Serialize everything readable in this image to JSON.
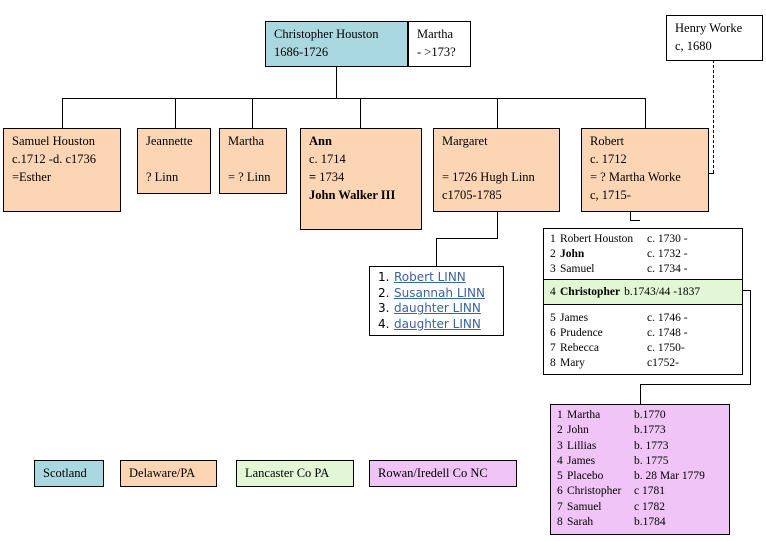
{
  "colors": {
    "scotland": "#a9d8e1",
    "delaware_pa": "#fcd5b4",
    "lancaster_pa": "#e1f7d5",
    "rowan_iredell_nc": "#f0c4f6",
    "link": "#3a62a0"
  },
  "root": {
    "name": "Christopher Houston",
    "dates": "1686-1726"
  },
  "spouse": {
    "name": "Martha",
    "dates": "- >173?"
  },
  "worke": {
    "name": "Henry Worke",
    "dates": "c, 1680"
  },
  "children": {
    "samuel": {
      "l1": "Samuel Houston",
      "l2": "c.1712 -d. c1736",
      "l3": "=Esther"
    },
    "jeannette": {
      "l1": "Jeannette",
      "l2": "",
      "l3": "? Linn"
    },
    "martha": {
      "l1": "Martha",
      "l2": "",
      "l3": "= ? Linn"
    },
    "ann": {
      "l1": "Ann",
      "l2": "c. 1714",
      "l3_eq": "=",
      "l3": " 1734",
      "l4": "John Walker III"
    },
    "margaret": {
      "l1": "Margaret",
      "l2": "",
      "l3": "= 1726 Hugh Linn",
      "l4": "c1705-1785"
    },
    "robert": {
      "l1": "Robert",
      "l2": "c. 1712",
      "l3": "= ? Martha Worke",
      "l4": "c, 1715-"
    }
  },
  "linn_children": [
    {
      "num": "1.",
      "name": "Robert LINN"
    },
    {
      "num": "2.",
      "name": "Susannah LINN"
    },
    {
      "num": "3.",
      "name": "daughter LINN"
    },
    {
      "num": "4.",
      "name": "daughter LINN"
    }
  ],
  "robert_children": {
    "group1": [
      {
        "num": "1",
        "name": "Robert Houston",
        "bold": false,
        "date": "c. 1730 -"
      },
      {
        "num": "2",
        "name": "John",
        "bold": true,
        "date": "c. 1732 -"
      },
      {
        "num": "3",
        "name": "Samuel",
        "bold": false,
        "date": "c. 1734 -"
      }
    ],
    "christopher": {
      "num": "4",
      "name": "Christopher",
      "date": "b.1743/44 -1837"
    },
    "group2": [
      {
        "num": "5",
        "name": "James",
        "date": "c. 1746 -"
      },
      {
        "num": "6",
        "name": "Prudence",
        "date": "c. 1748 -"
      },
      {
        "num": "7",
        "name": "Rebecca",
        "date": "c. 1750-"
      },
      {
        "num": "8",
        "name": "Mary",
        "date": "c1752-"
      }
    ]
  },
  "christopher_children": [
    {
      "num": "1",
      "name": "Martha",
      "date": "b.1770"
    },
    {
      "num": "2",
      "name": "John",
      "date": "b.1773"
    },
    {
      "num": "3",
      "name": "Lillias",
      "date": "b. 1773"
    },
    {
      "num": "4",
      "name": "James",
      "date": "b. 1775"
    },
    {
      "num": "5",
      "name": "Placebo",
      "date": "b. 28 Mar 1779"
    },
    {
      "num": "6",
      "name": "Christopher",
      "date": "c 1781"
    },
    {
      "num": "7",
      "name": "Samuel",
      "date": "c 1782"
    },
    {
      "num": "8",
      "name": "Sarah",
      "date": "b.1784"
    }
  ],
  "legend": {
    "scotland": "Scotland",
    "delaware_pa": "Delaware/PA",
    "lancaster_pa": "Lancaster Co PA",
    "rowan_iredell_nc": "Rowan/Iredell Co NC"
  }
}
